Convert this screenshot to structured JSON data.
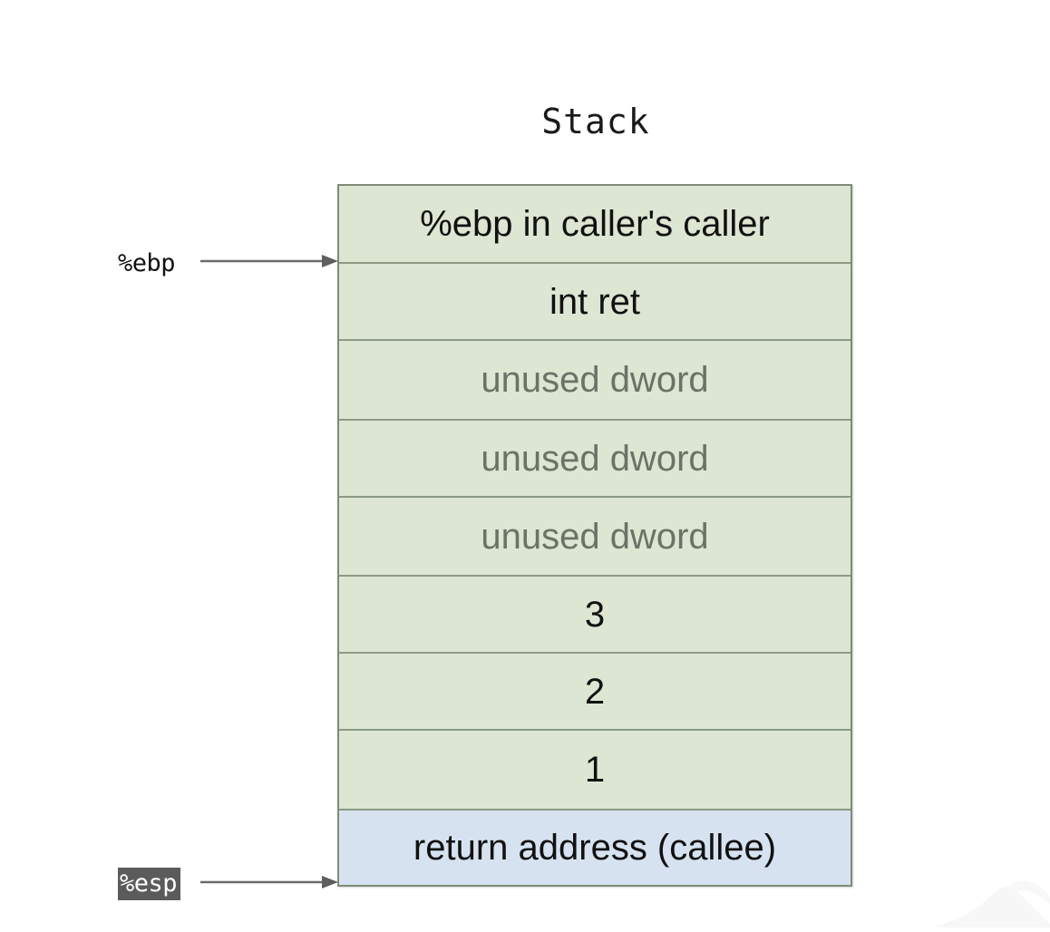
{
  "title": "Stack",
  "colors": {
    "cell_fill": "#dce6d2",
    "cell_border": "#8b9a84",
    "table_border": "#7e8c77",
    "accent_fill": "#d6e2f0",
    "muted_text": "#6b7266",
    "text": "#111111",
    "selection_bg": "#5b5b5b",
    "selection_text": "#ffffff",
    "arrow": "#6b6b6b",
    "background": "#ffffff"
  },
  "stack": {
    "rows": [
      {
        "label": "%ebp in caller's caller",
        "style": "normal"
      },
      {
        "label": "int ret",
        "style": "normal"
      },
      {
        "label": "unused dword",
        "style": "muted"
      },
      {
        "label": "unused dword",
        "style": "muted"
      },
      {
        "label": "unused dword",
        "style": "muted"
      },
      {
        "label": "3",
        "style": "normal"
      },
      {
        "label": "2",
        "style": "normal"
      },
      {
        "label": "1",
        "style": "normal"
      },
      {
        "label": "return address (callee)",
        "style": "accent"
      }
    ]
  },
  "pointers": [
    {
      "label": "%ebp",
      "selected": false,
      "points_to_row": 1
    },
    {
      "label": "%esp",
      "selected": true,
      "points_to_row": 9
    }
  ]
}
